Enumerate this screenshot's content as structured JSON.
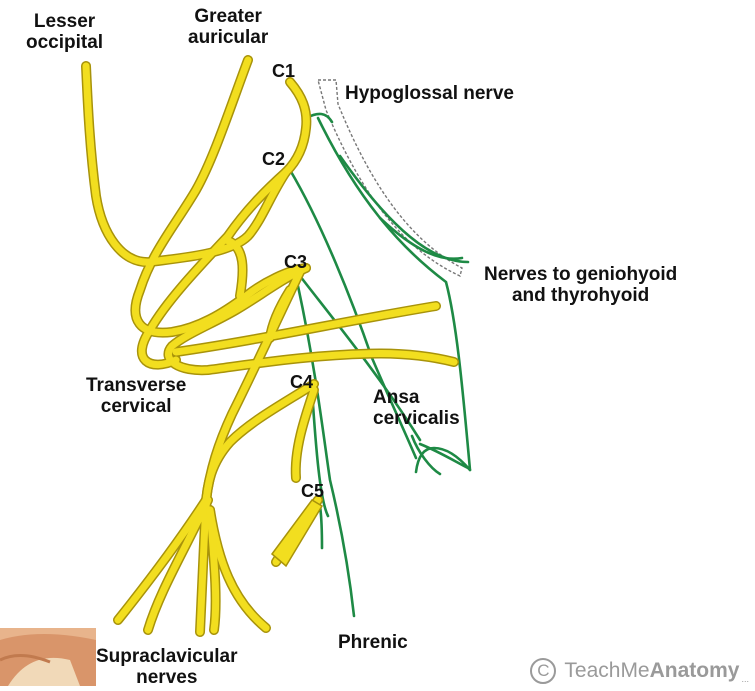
{
  "diagram": {
    "labels": {
      "lesser_occipital": [
        "Lesser",
        "occipital"
      ],
      "greater_auricular": [
        "Greater",
        "auricular"
      ],
      "c1": "C1",
      "c2": "C2",
      "c3": "C3",
      "c4": "C4",
      "c5": "C5",
      "hypoglossal": "Hypoglossal nerve",
      "geniohyoid": [
        "Nerves to geniohyoid",
        "and thyrohyoid"
      ],
      "transverse_cervical": [
        "Transverse",
        "cervical"
      ],
      "ansa_cervicalis": [
        "Ansa",
        "cervicalis"
      ],
      "phrenic": "Phrenic",
      "supraclavicular": [
        "Supraclavicular",
        "nerves"
      ]
    },
    "watermark": {
      "symbol": "C",
      "brand_light": "TeachMe",
      "brand_bold": "Anatomy",
      "suffix": "..."
    },
    "colors": {
      "cervical_plexus_nerve": "#f2de1f",
      "nerve_outline": "#a8930a",
      "motor_branch": "#1e8a45",
      "hypoglossal_outline": "#777777",
      "label_text": "#111111",
      "watermark": "#9a9a9a"
    }
  }
}
